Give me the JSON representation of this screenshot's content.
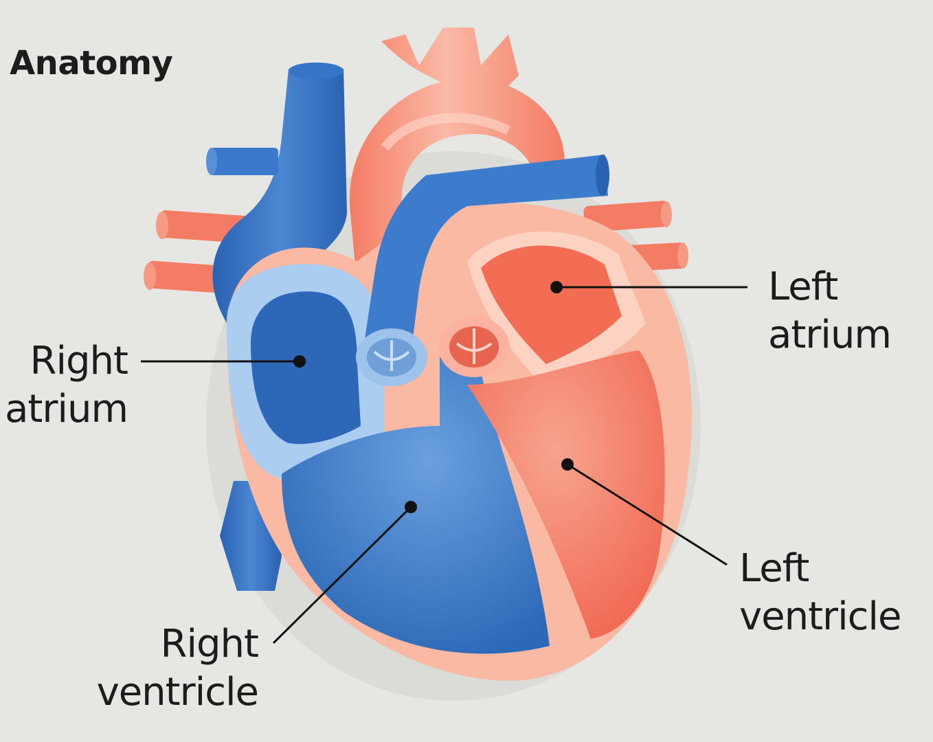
{
  "title": "Anatomy",
  "labels": {
    "right_atrium": [
      "Right",
      "atrium"
    ],
    "left_atrium": [
      "Left",
      "atrium"
    ],
    "right_ventricle": [
      "Right",
      "ventricle"
    ],
    "left_ventricle": [
      "Left",
      "ventricle"
    ]
  },
  "colors": {
    "background": "#e6e7e3",
    "deoxygenated_blue": "#2f6fc0",
    "vessel_blue_light": "#5b93d8",
    "oxygenated_red": "#f36d55",
    "heart_wall_pink": "#f9b9a3",
    "atrium_wall_light_blue": "#aacdf0",
    "leader_line": "#111111"
  },
  "icons": [
    "heart-illustration"
  ]
}
